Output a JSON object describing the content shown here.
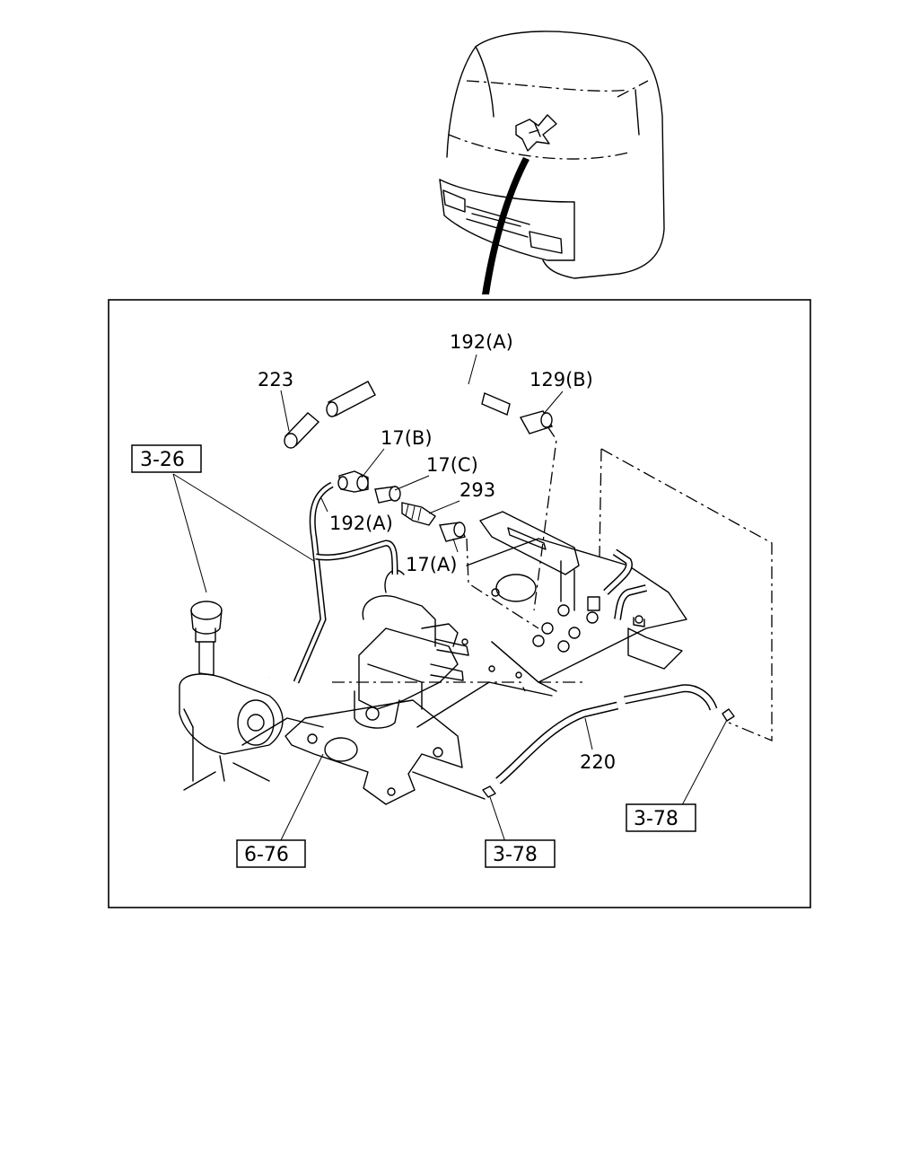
{
  "part_labels": {
    "p192a_top": "192(A)",
    "p223": "223",
    "p129b": "129(B)",
    "p17b": "17(B)",
    "p17c": "17(C)",
    "p293": "293",
    "p192a_mid": "192(A)",
    "p17a": "17(A)",
    "p220": "220"
  },
  "reference_boxes": {
    "ref_3_26": "3-26",
    "ref_6_76": "6-76",
    "ref_3_78_right": "3-78",
    "ref_3_78_bottom": "3-78"
  }
}
